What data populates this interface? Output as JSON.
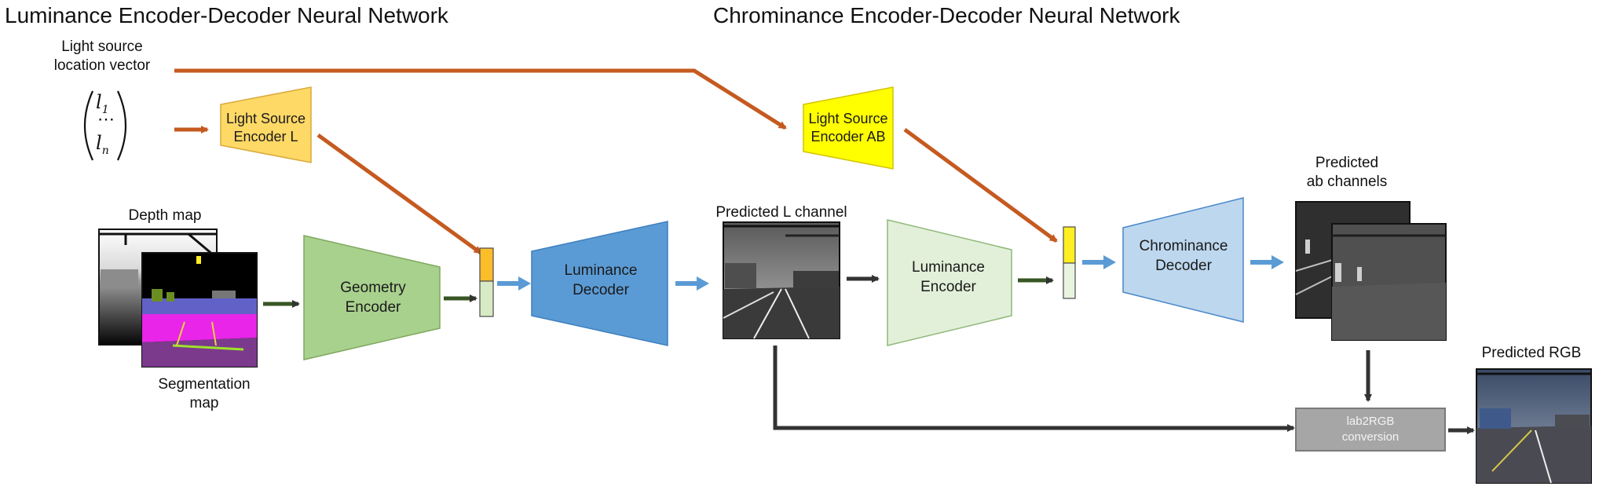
{
  "titles": {
    "luminance_network": "Luminance Encoder-Decoder Neural Network",
    "chrominance_network": "Chrominance Encoder-Decoder Neural Network"
  },
  "inputs": {
    "light_source_label_line1": "Light source",
    "light_source_label_line2": "location vector",
    "vector_first": "l",
    "vector_first_sub": "1",
    "vector_dots": "⋯",
    "vector_last": "l",
    "vector_last_sub": "n",
    "depth_map_label": "Depth map",
    "segmentation_label_line1": "Segmentation",
    "segmentation_label_line2": "map"
  },
  "blocks": {
    "light_source_encoder_l": [
      "Light Source",
      "Encoder L"
    ],
    "light_source_encoder_ab": [
      "Light Source",
      "Encoder AB"
    ],
    "geometry_encoder": [
      "Geometry",
      "Encoder"
    ],
    "luminance_decoder": [
      "Luminance",
      "Decoder"
    ],
    "luminance_encoder": [
      "Luminance",
      "Encoder"
    ],
    "chrominance_decoder": [
      "Chrominance",
      "Decoder"
    ],
    "lab2rgb": [
      "lab2RGB",
      "conversion"
    ]
  },
  "outputs": {
    "predicted_l_label": "Predicted L channel",
    "predicted_ab_line1": "Predicted",
    "predicted_ab_line2": "ab channels",
    "predicted_rgb_label": "Predicted RGB"
  },
  "colors": {
    "orange_arrow": "#c55a20",
    "blue_arrow": "#5b9bd5",
    "green_arrow": "#375623",
    "dark_arrow": "#333333",
    "yellow_block": "#ffd966",
    "bright_yellow_block": "#ffff00",
    "green_block": "#a9d18e",
    "blue_block": "#5b9bd5",
    "light_green_block": "#e2f0d9",
    "light_blue_block": "#bdd7ee",
    "gray_block": "#a6a6a6"
  }
}
